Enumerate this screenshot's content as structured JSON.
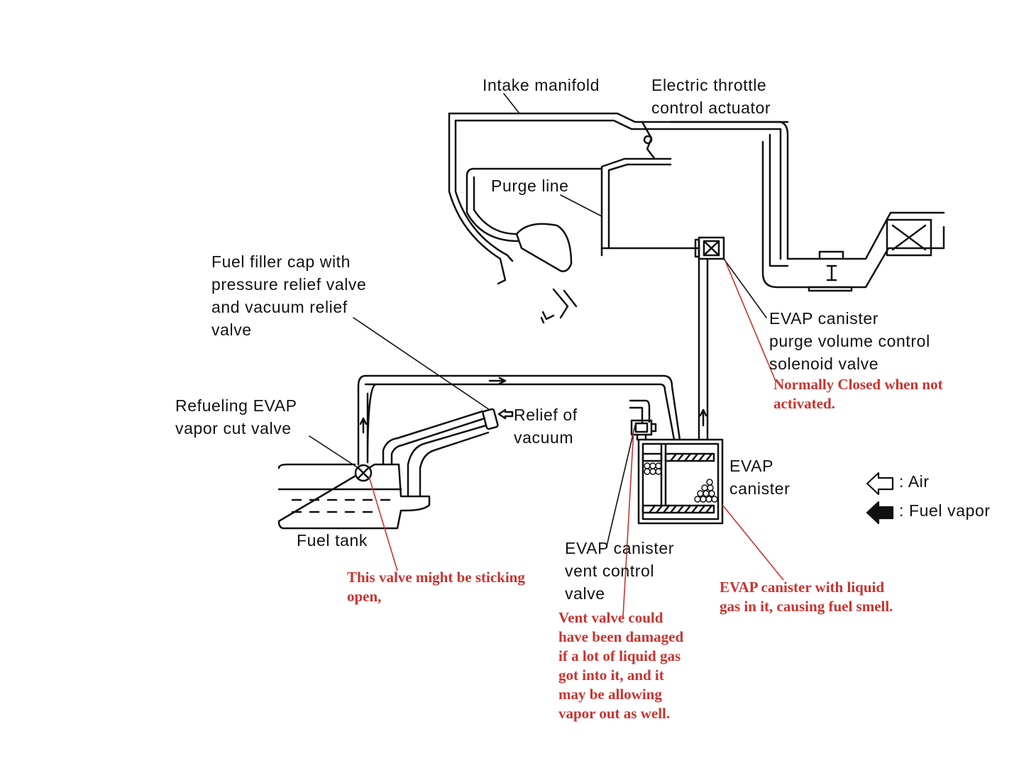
{
  "labels": {
    "intake_manifold": "Intake manifold",
    "throttle": [
      "Electric throttle",
      "control actuator"
    ],
    "purge_line": "Purge line",
    "filler_cap": [
      "Fuel filler cap with",
      "pressure relief valve",
      "and vacuum relief",
      "valve"
    ],
    "purge_valve": [
      "EVAP canister",
      "purge volume control",
      "solenoid valve"
    ],
    "refuel_valve": [
      "Refueling EVAP",
      "vapor cut valve"
    ],
    "relief_vacuum": [
      "Relief of",
      "vacuum"
    ],
    "evap_canister": [
      "EVAP",
      "canister"
    ],
    "fuel_tank": "Fuel tank",
    "vent_valve": [
      "EVAP canister",
      "vent control",
      "valve"
    ]
  },
  "legend": {
    "air": ": Air",
    "fuel_vapor": ": Fuel vapor"
  },
  "annotations": {
    "purge_closed": [
      "Normally Closed when not",
      "activated."
    ],
    "sticking": [
      "This valve might be sticking",
      "open,"
    ],
    "canister_liquid": [
      "EVAP canister with liquid",
      "gas in it, causing fuel smell."
    ],
    "vent_damaged": [
      "Vent valve could",
      "have been damaged",
      "if a lot of liquid gas",
      "got into it, and it",
      "may be allowing",
      "vapor out as well."
    ]
  },
  "colors": {
    "annotation": "#c9332f",
    "line": "#111111"
  }
}
